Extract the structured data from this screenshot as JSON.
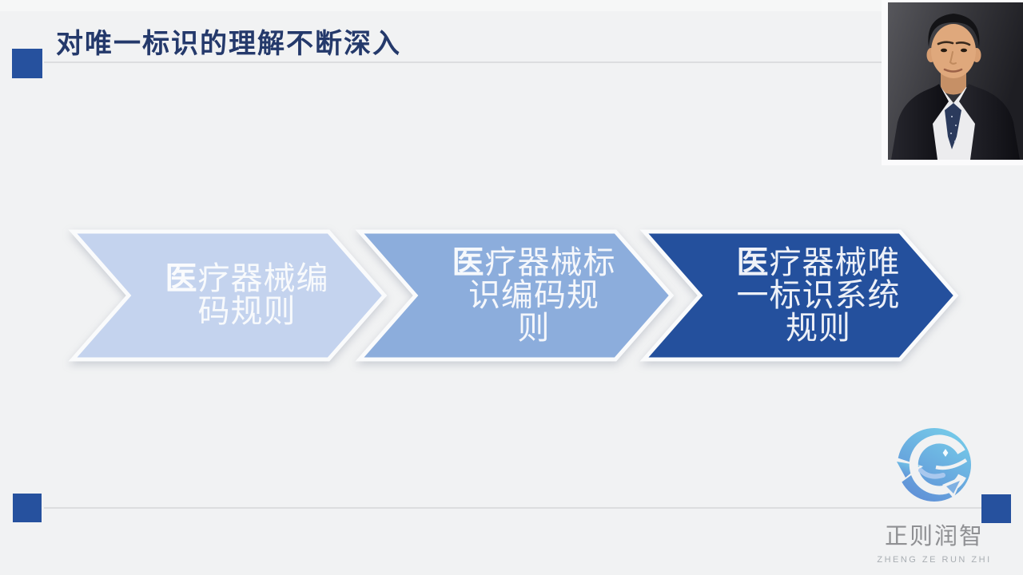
{
  "slide": {
    "title": "对唯一标识的理解不断深入"
  },
  "process_flow": {
    "steps": [
      {
        "label": "医疗器械编码规则",
        "lines": [
          "医疗器械编",
          "码规则"
        ],
        "fill": "#c4d3ee"
      },
      {
        "label": "医疗器械标识编码规则",
        "lines": [
          "医疗器械标",
          "识编码规",
          "则"
        ],
        "fill": "#8caddc"
      },
      {
        "label": "医疗器械唯一标识系统规则",
        "lines": [
          "医疗器械唯",
          "一标识系统",
          "规则"
        ],
        "fill": "#24509d"
      }
    ]
  },
  "branding": {
    "company_name": "正则润智",
    "company_name_latin": "ZHENG ZE RUN ZHI"
  },
  "webcam": {
    "alt": "presenter portrait"
  },
  "colors": {
    "accent_square": "#26519e",
    "title_text": "#24396b",
    "chevron_text": "#fdfdfe",
    "rule_line": "#dcdddf",
    "logo_blue_light": "#75cbe9",
    "logo_blue_deep": "#5f8ed6"
  }
}
